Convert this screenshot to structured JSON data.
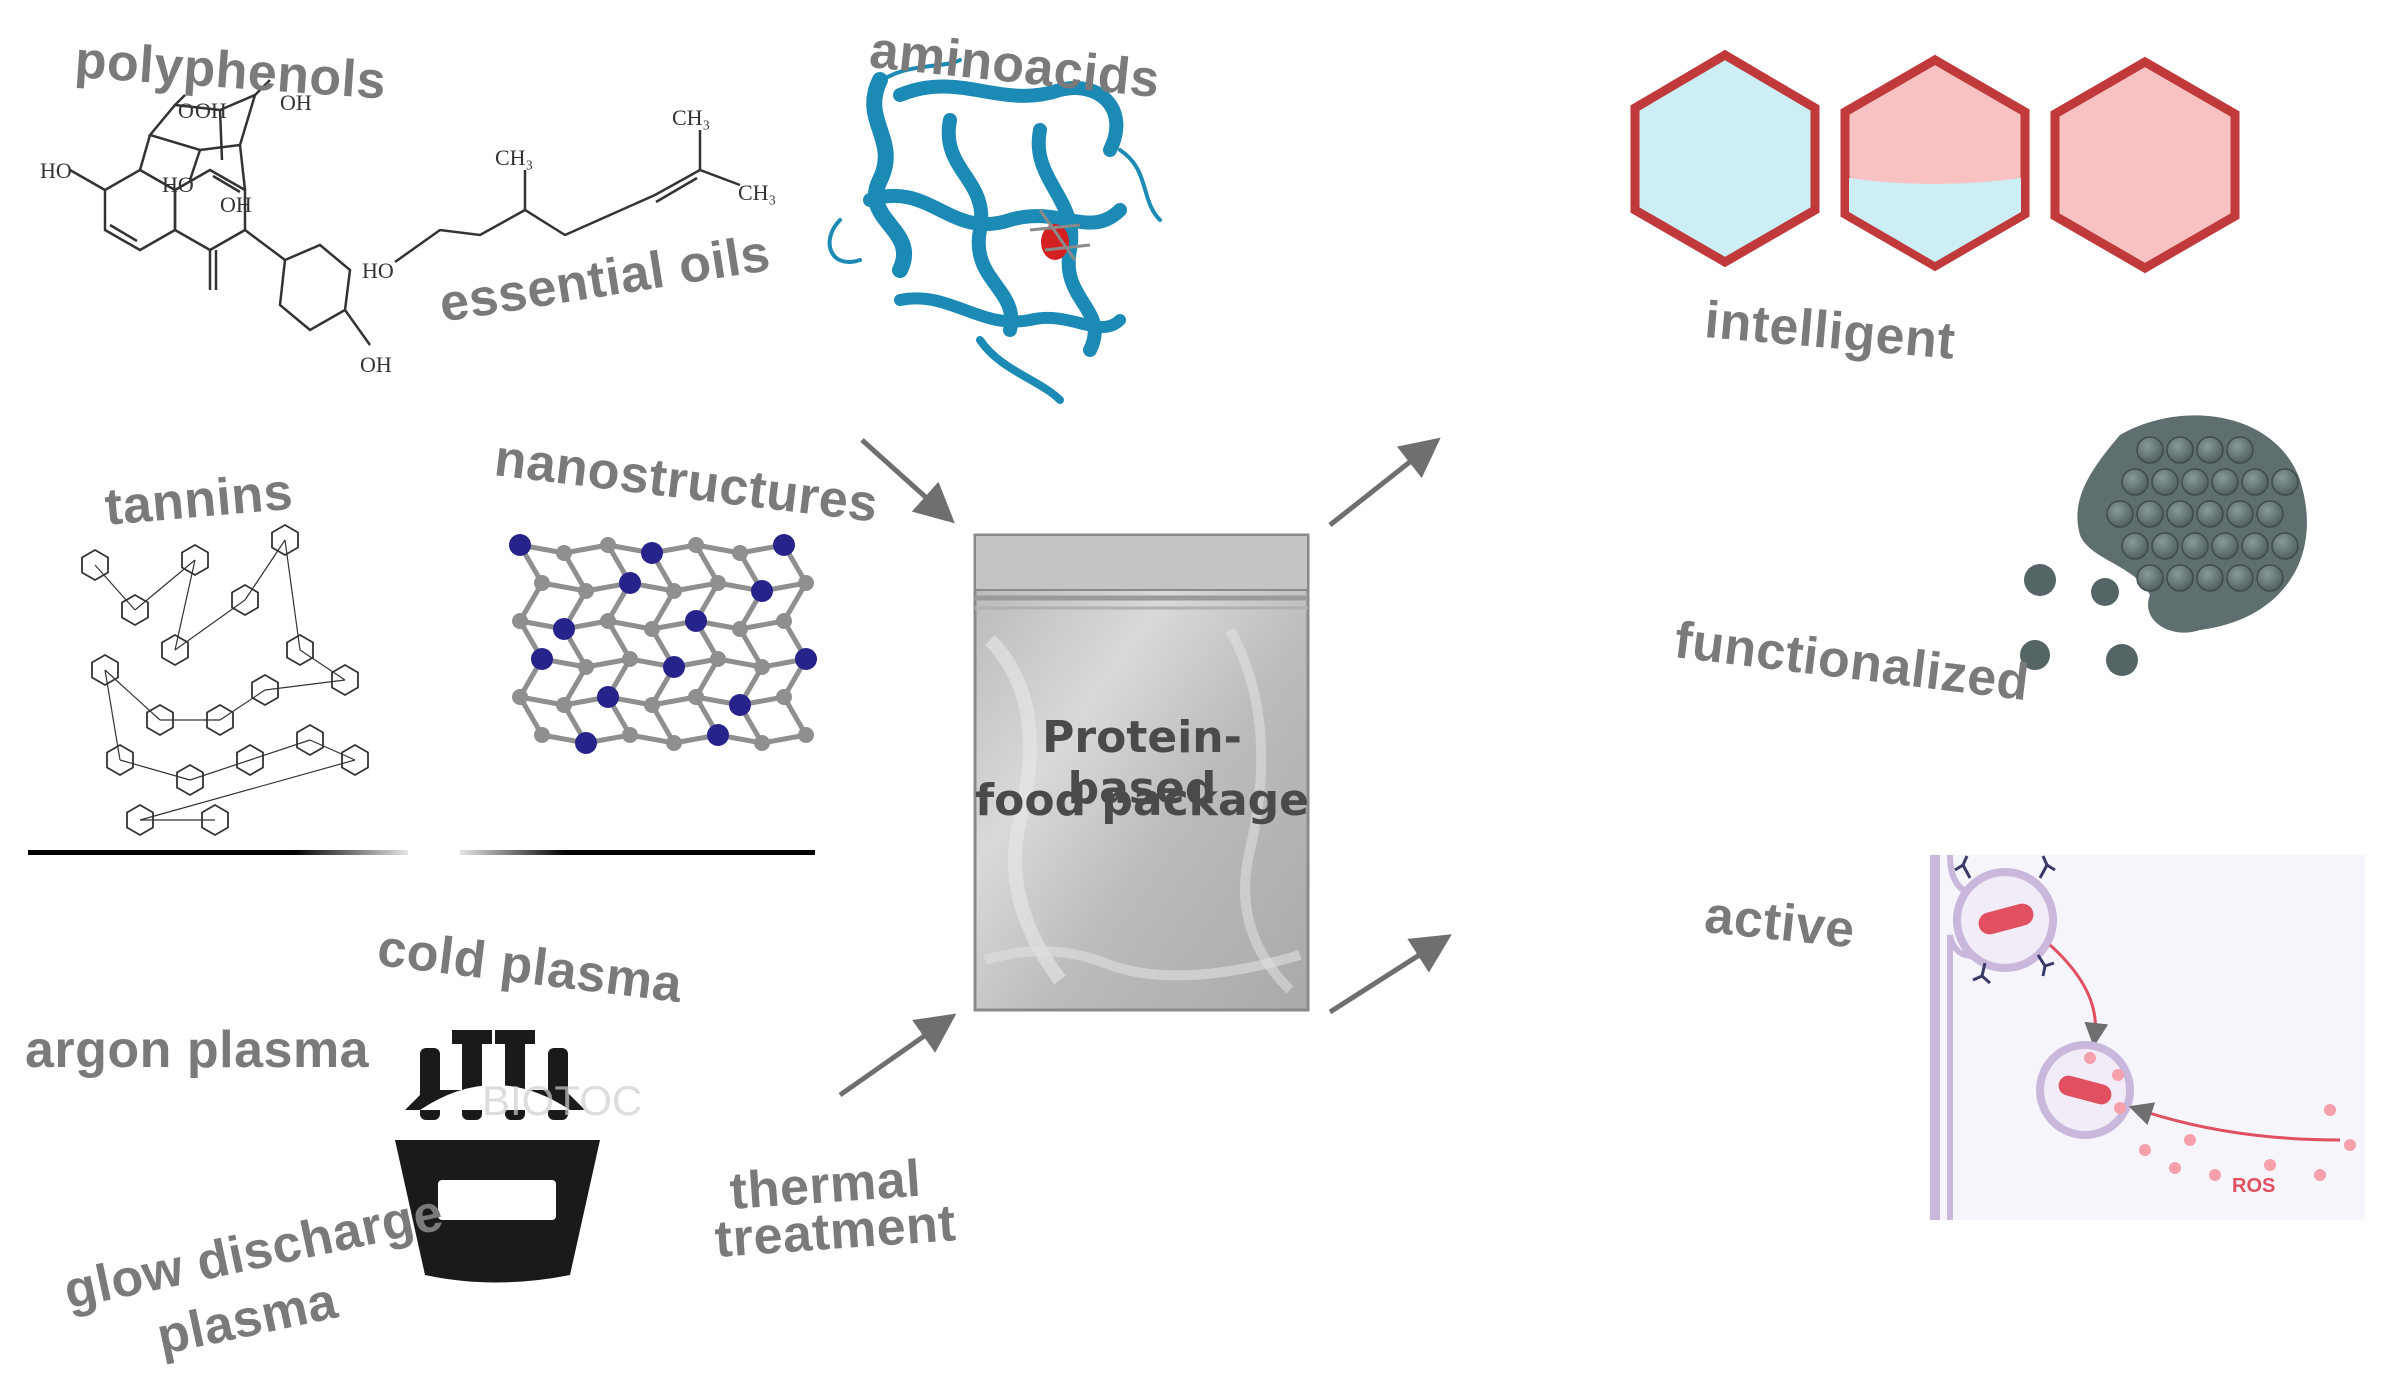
{
  "inputs": {
    "polyphenols": "polyphenols",
    "essential_oils": "essential oils",
    "aminoacids": "aminoacids",
    "tannins": "tannins",
    "nanostructures": "nanostructures"
  },
  "treatments": {
    "cold_plasma": "cold plasma",
    "argon_plasma": "argon plasma",
    "glow_discharge_line1": "glow discharge",
    "glow_discharge_line2": "plasma",
    "thermal_line1": "thermal",
    "thermal_line2": "treatment",
    "watermark": "BIOTOC"
  },
  "package": {
    "line1": "Protein-based",
    "line2": "food package"
  },
  "outputs": {
    "intelligent": "intelligent",
    "functionalized": "functionalized",
    "active": "active",
    "ros": "ROS"
  },
  "molecule_labels": {
    "oh": "OH",
    "ho": "HO",
    "ch3": "CH₃",
    "o": "O"
  },
  "colors": {
    "label_gray": "#7a7a7a",
    "arrow_gray": "#6f6f6f",
    "hex_border": "#c0393b",
    "hex_blue": "#cdeef4",
    "hex_pink": "#f9c2c2",
    "protein_blue": "#1b8ab4",
    "nano_blue": "#26238a",
    "nano_gray": "#8f8f8f",
    "sphere_dark": "#5a6a6a",
    "cell_purple": "#c9b7dc",
    "ros_red": "#e05060"
  }
}
